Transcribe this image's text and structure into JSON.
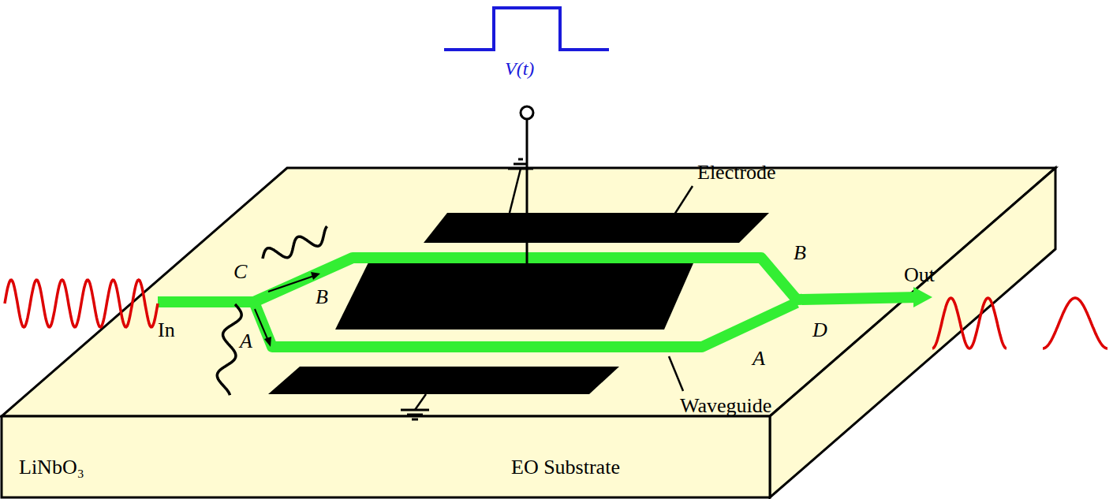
{
  "diagram": {
    "nodes": [
      {
        "text": [
          "LiNbO₃",
          "EO Substrate"
        ]
      }
    ],
    "labels": [
      "V(t)",
      "Electrode",
      "C",
      "B",
      "In",
      "A",
      "B",
      "Out",
      "D",
      "A",
      "Waveguide"
    ]
  }
}
